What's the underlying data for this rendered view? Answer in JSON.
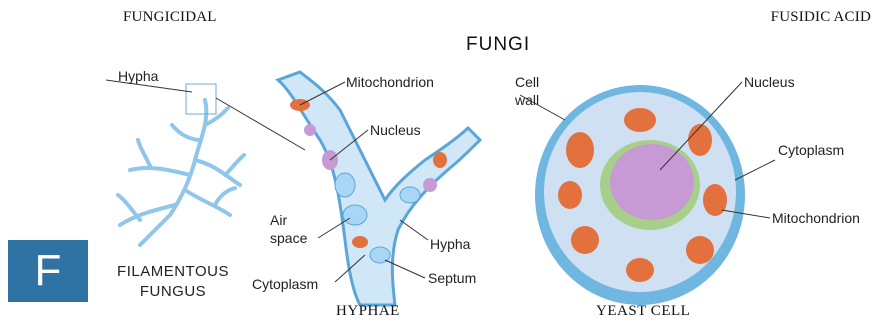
{
  "header": {
    "left": "FUNGICIDAL",
    "right": "FUSIDIC ACID"
  },
  "title": "FUNGI",
  "badge_letter": "F",
  "captions": {
    "hyphae": "HYPHAE",
    "yeast": "YEAST CELL",
    "filamentous_line1": "FILAMENTOUS",
    "filamentous_line2": "FUNGUS"
  },
  "labels": {
    "hypha_left": "Hypha",
    "mitochondrion_top": "Mitochondrion",
    "nucleus_hyphae": "Nucleus",
    "air_line1": "Air",
    "air_line2": "space",
    "hypha_right": "Hypha",
    "cytoplasm_hyphae": "Cytoplasm",
    "septum": "Septum",
    "cell_wall_line1": "Cell",
    "cell_wall_line2": "wall",
    "nucleus_yeast": "Nucleus",
    "cytoplasm_yeast": "Cytoplasm",
    "mitochondrion_yeast": "Mitochondrion"
  },
  "colors": {
    "badge": "#2f72a4",
    "cell_wall": "#6fb6e0",
    "nucleus": "#c79ad6",
    "mito": "#e2713e",
    "fungus": "#8fc6ea"
  }
}
